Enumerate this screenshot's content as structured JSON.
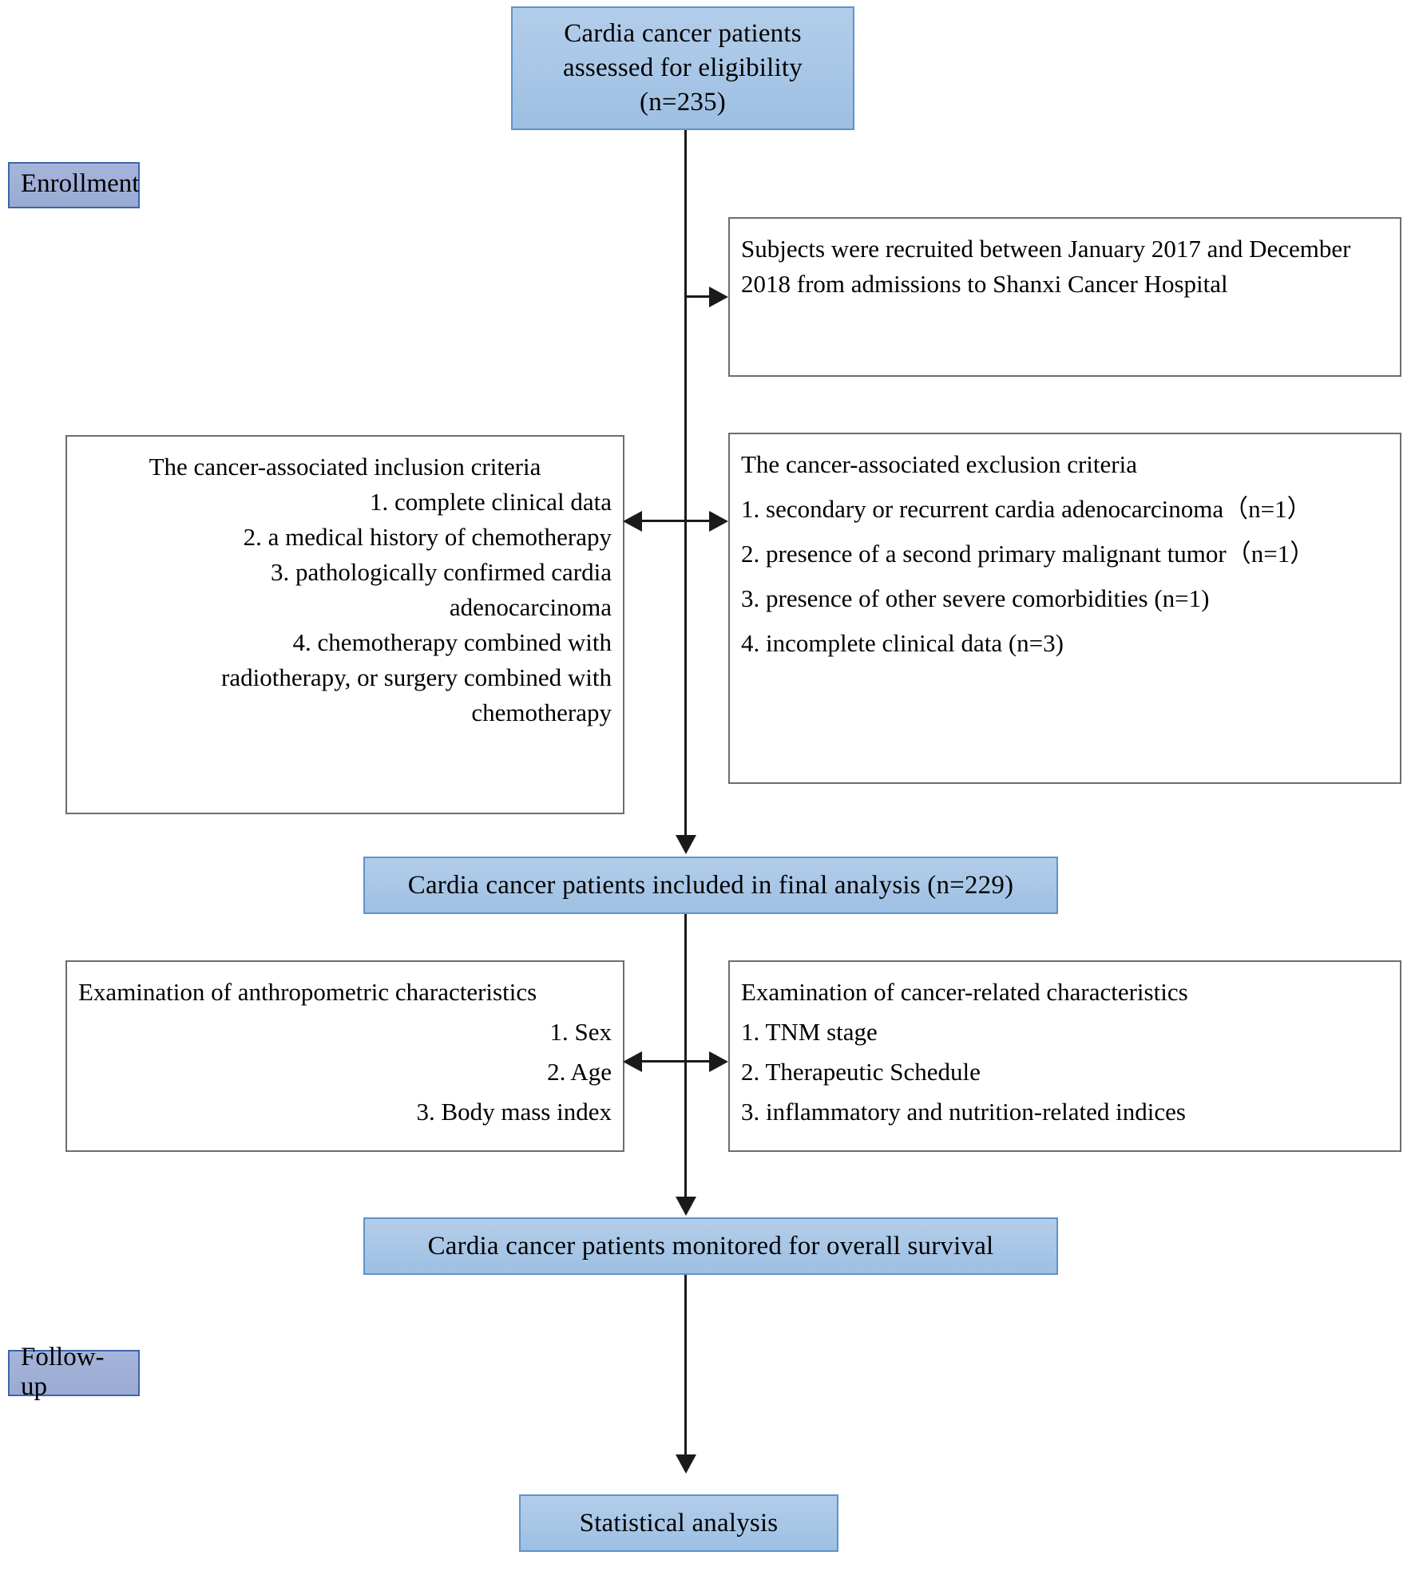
{
  "diagram": {
    "title": "Cardia cancer patient study flow diagram",
    "colors": {
      "node_fill": "#a8c6e6",
      "node_border": "#5f93c8",
      "stage_fill": "#9aabd3",
      "stage_border": "#3f63ad",
      "plain_border": "#6d6d6d",
      "connector": "#1a1a1a",
      "text": "#000000"
    }
  },
  "stages": {
    "enrollment": "Enrollment",
    "followup": "Follow-up"
  },
  "nodes": {
    "eligibility": {
      "lines": [
        "Cardia cancer patients",
        "assessed for eligibility",
        "(n=235)"
      ]
    },
    "recruitment": {
      "text": "Subjects were recruited between January 2017 and December 2018  from admissions to Shanxi Cancer Hospital"
    },
    "inclusion": {
      "title": "The cancer-associated inclusion criteria",
      "items": [
        "1. complete clinical  data",
        "2. a medical history of chemotherapy",
        "3. pathologically  confirmed cardia",
        "adenocarcinoma",
        "4. chemotherapy combined with",
        "radiotherapy, or surgery combined with",
        "chemotherapy"
      ]
    },
    "exclusion": {
      "title": "The cancer-associated exclusion criteria",
      "items": [
        "1. secondary or recurrent cardia adenocarcinoma（n=1）",
        "2. presence of a second primary malignant tumor（n=1）",
        "3. presence of other severe comorbidities (n=1)",
        "4. incomplete clinical data (n=3)"
      ]
    },
    "final_analysis": {
      "text": "Cardia cancer patients included in final analysis (n=229)"
    },
    "anthropometric": {
      "title": "Examination of anthropometric characteristics",
      "items": [
        "1. Sex",
        "2. Age",
        "3. Body mass index"
      ]
    },
    "cancer_related": {
      "title": "Examination of cancer-related characteristics",
      "items": [
        "1. TNM stage",
        "2. Therapeutic Schedule",
        "3. inflammatory and nutrition-related indices"
      ]
    },
    "overall_survival": {
      "text": "Cardia cancer patients monitored for overall survival"
    },
    "statistical_analysis": {
      "text": "Statistical analysis"
    }
  }
}
